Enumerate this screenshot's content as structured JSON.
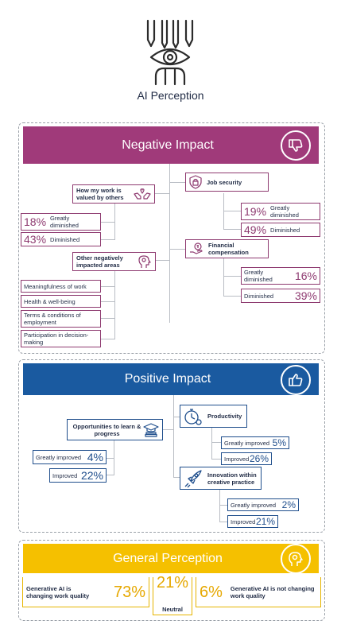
{
  "title": "AI Perception",
  "negative": {
    "heading": "Negative Impact",
    "valued": {
      "label": "How my work is valued by others",
      "items": [
        {
          "pct": "18%",
          "label": "Greatly diminished"
        },
        {
          "pct": "43%",
          "label": "Diminished"
        }
      ]
    },
    "job_security": {
      "label": "Job security",
      "items": [
        {
          "pct": "19%",
          "label": "Greatly diminished"
        },
        {
          "pct": "49%",
          "label": "Diminished"
        }
      ]
    },
    "financial": {
      "label": "Financial compensation",
      "items": [
        {
          "pct": "16%",
          "label": "Greatly diminished"
        },
        {
          "pct": "39%",
          "label": "Diminished"
        }
      ]
    },
    "other": {
      "label": "Other negatively impacted areas",
      "items": [
        "Meaningfulness of work",
        "Health & well-being",
        "Terms & conditions of employment",
        "Participation in decision-making"
      ]
    }
  },
  "positive": {
    "heading": "Positive Impact",
    "learn": {
      "label": "Opportunities to learn & progress",
      "items": [
        {
          "pct": "4%",
          "label": "Greatly improved"
        },
        {
          "pct": "22%",
          "label": "Improved"
        }
      ]
    },
    "productivity": {
      "label": "Productivity",
      "items": [
        {
          "pct": "5%",
          "label": "Greatly improved"
        },
        {
          "pct": "26%",
          "label": "Improved"
        }
      ]
    },
    "innovation": {
      "label": "Innovation within creative practice",
      "items": [
        {
          "pct": "2%",
          "label": "Greatly improved"
        },
        {
          "pct": "21%",
          "label": "Improved"
        }
      ]
    }
  },
  "general": {
    "heading": "General Perception",
    "changing": {
      "label": "Generative AI is changing work quality",
      "pct": "73%"
    },
    "neutral": {
      "label": "Neutral",
      "pct": "21%"
    },
    "not_changing": {
      "label": "Generative AI is not changing work quality",
      "pct": "6%"
    }
  },
  "colors": {
    "negative": "#a03a7a",
    "positive": "#1a5aa0",
    "general": "#f5c000"
  }
}
